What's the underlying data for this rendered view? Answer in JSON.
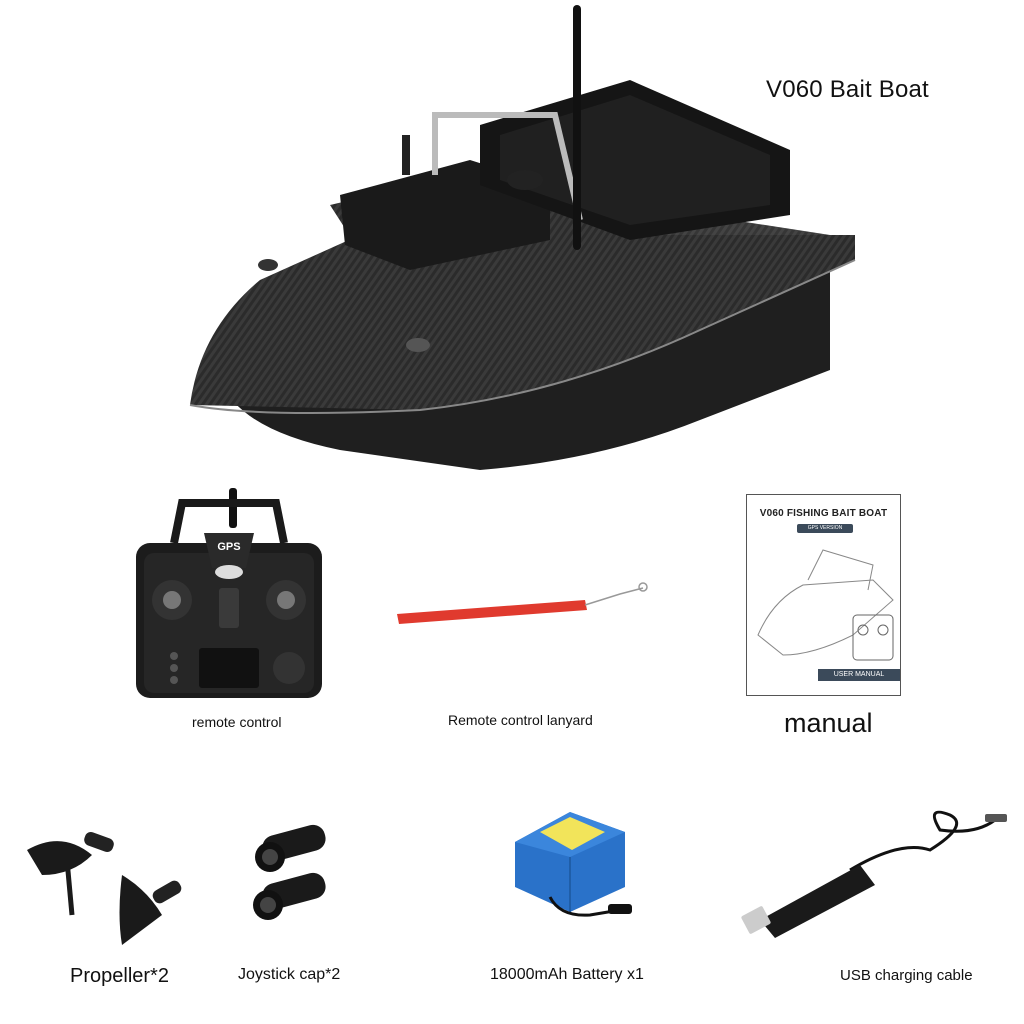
{
  "title": "V060 Bait Boat",
  "remote": {
    "label": "remote control",
    "badge": "GPS"
  },
  "lanyard": {
    "label": "Remote control lanyard"
  },
  "manual": {
    "label": "manual",
    "cover_title": "V060 FISHING BAIT BOAT",
    "cover_subtitle": "GPS VERSION",
    "cover_footer": "USER MANUAL"
  },
  "accessories": [
    {
      "label": "Propeller*2"
    },
    {
      "label": "Joystick cap*2"
    },
    {
      "label": "18000mAh Battery x1"
    },
    {
      "label": "USB charging cable"
    }
  ],
  "colors": {
    "hull": "#2a2a2a",
    "lanyard": "#e03a2e",
    "battery": "#2a72c9",
    "battery_label": "#f2e45a",
    "manual_band": "#3b4a5a"
  },
  "icons": {
    "boat": "bait-boat-image",
    "remote": "rc-transmitter-image",
    "propeller": "propeller-image",
    "joystick_cap": "joystick-cap-image",
    "battery": "battery-pack-image",
    "cable": "usb-cable-image"
  }
}
